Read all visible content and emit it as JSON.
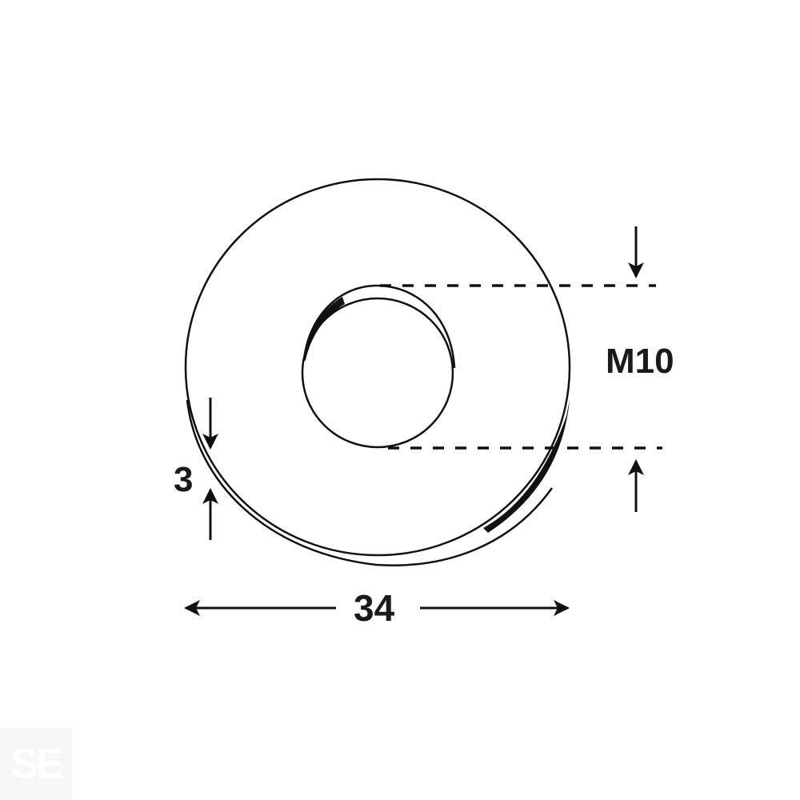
{
  "diagram": {
    "subject": "flat washer technical drawing",
    "stroke_color": "#111111",
    "background_color": "#ffffff",
    "dimensions": {
      "inner_diameter": {
        "label": "M10",
        "arrows": [
          "down-arrow-top",
          "up-arrow-bottom"
        ]
      },
      "outer_diameter": {
        "label": "34",
        "arrows": [
          "left-arrow",
          "right-arrow"
        ]
      },
      "thickness": {
        "label": "3",
        "arrows": [
          "down-arrow-top",
          "up-arrow-bottom"
        ]
      }
    }
  },
  "watermark": {
    "text": "SE"
  }
}
